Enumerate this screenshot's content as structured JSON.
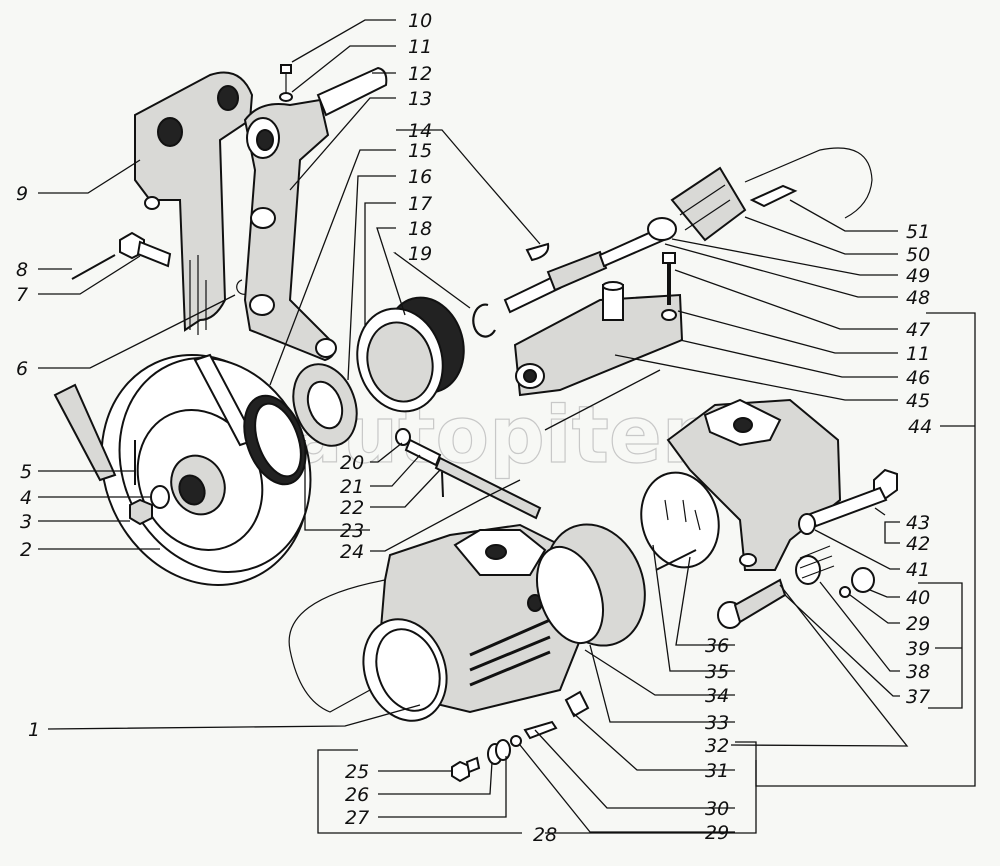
{
  "diagram": {
    "title": "Exploded view — pump drive assembly",
    "watermark": "autopiter.ru",
    "labels": [
      {
        "id": "1",
        "text": "1"
      },
      {
        "id": "2",
        "text": "2"
      },
      {
        "id": "3",
        "text": "3"
      },
      {
        "id": "4",
        "text": "4"
      },
      {
        "id": "5",
        "text": "5"
      },
      {
        "id": "6",
        "text": "6"
      },
      {
        "id": "7",
        "text": "7"
      },
      {
        "id": "8",
        "text": "8"
      },
      {
        "id": "9",
        "text": "9"
      },
      {
        "id": "10",
        "text": "10"
      },
      {
        "id": "11a",
        "text": "11"
      },
      {
        "id": "12",
        "text": "12"
      },
      {
        "id": "13",
        "text": "13"
      },
      {
        "id": "14",
        "text": "14"
      },
      {
        "id": "15",
        "text": "15"
      },
      {
        "id": "16",
        "text": "16"
      },
      {
        "id": "17",
        "text": "17"
      },
      {
        "id": "18",
        "text": "18"
      },
      {
        "id": "19",
        "text": "19"
      },
      {
        "id": "20",
        "text": "20"
      },
      {
        "id": "21",
        "text": "21"
      },
      {
        "id": "22",
        "text": "22"
      },
      {
        "id": "23",
        "text": "23"
      },
      {
        "id": "24",
        "text": "24"
      },
      {
        "id": "25",
        "text": "25"
      },
      {
        "id": "26",
        "text": "26"
      },
      {
        "id": "27",
        "text": "27"
      },
      {
        "id": "28",
        "text": "28"
      },
      {
        "id": "29a",
        "text": "29"
      },
      {
        "id": "30",
        "text": "30"
      },
      {
        "id": "31",
        "text": "31"
      },
      {
        "id": "32",
        "text": "32"
      },
      {
        "id": "33",
        "text": "33"
      },
      {
        "id": "34",
        "text": "34"
      },
      {
        "id": "35",
        "text": "35"
      },
      {
        "id": "36",
        "text": "36"
      },
      {
        "id": "37",
        "text": "37"
      },
      {
        "id": "38",
        "text": "38"
      },
      {
        "id": "39",
        "text": "39"
      },
      {
        "id": "29b",
        "text": "29"
      },
      {
        "id": "40",
        "text": "40"
      },
      {
        "id": "41",
        "text": "41"
      },
      {
        "id": "42",
        "text": "42"
      },
      {
        "id": "43",
        "text": "43"
      },
      {
        "id": "44",
        "text": "44"
      },
      {
        "id": "45",
        "text": "45"
      },
      {
        "id": "46",
        "text": "46"
      },
      {
        "id": "11b",
        "text": "11"
      },
      {
        "id": "47",
        "text": "47"
      },
      {
        "id": "48",
        "text": "48"
      },
      {
        "id": "49",
        "text": "49"
      },
      {
        "id": "50",
        "text": "50"
      },
      {
        "id": "51",
        "text": "51"
      }
    ]
  }
}
